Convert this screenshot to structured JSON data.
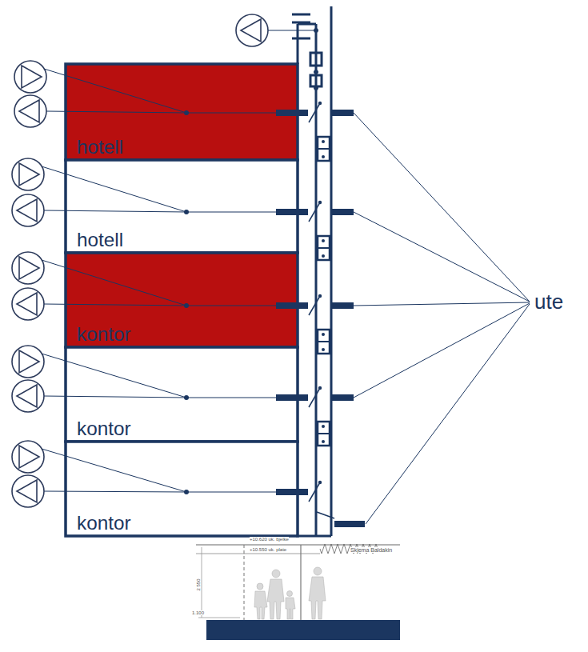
{
  "diagram": {
    "nodes": [
      {
        "text": [
          "hotell"
        ]
      },
      {
        "text": [
          "hotell"
        ]
      },
      {
        "text": [
          "kontor"
        ]
      },
      {
        "text": [
          "kontor"
        ]
      },
      {
        "text": [
          "kontor"
        ]
      }
    ],
    "labels": [
      "ute",
      "+10.620 uk. bjelke",
      "+10.550 uk. plate",
      "Skjema Baldakin",
      "2 550",
      "1.100"
    ]
  }
}
